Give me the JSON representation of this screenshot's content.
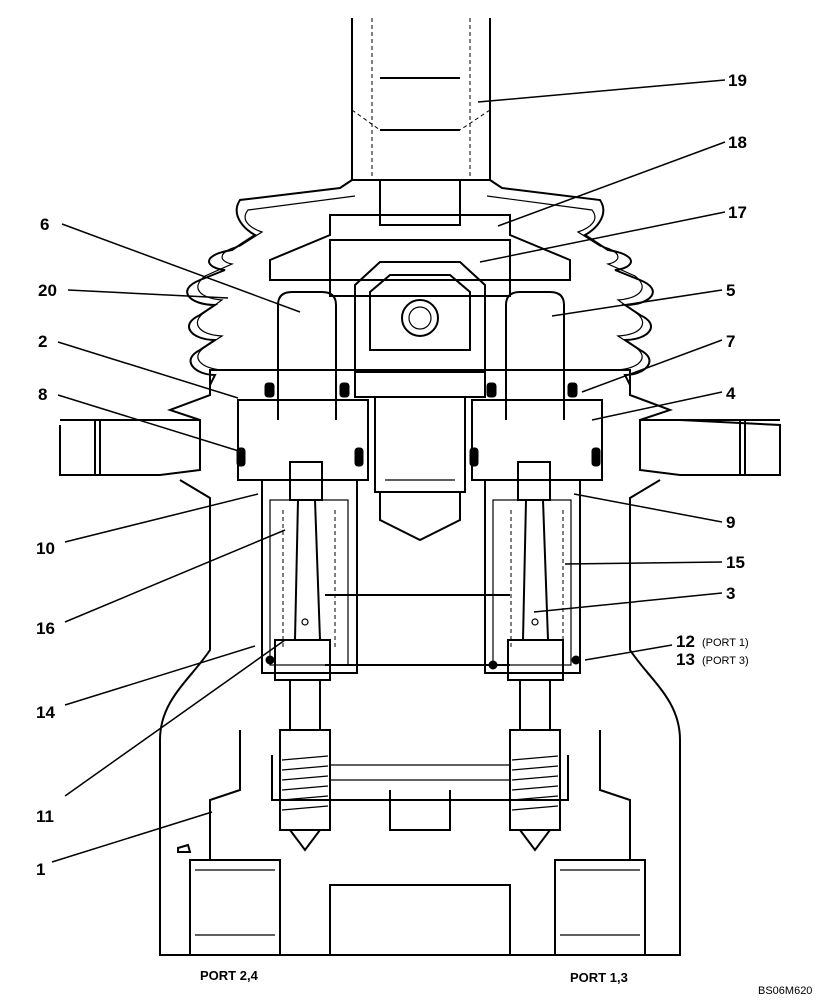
{
  "callouts": {
    "n19": "19",
    "n18": "18",
    "n17": "17",
    "n6": "6",
    "n5": "5",
    "n20": "20",
    "n2": "2",
    "n7": "7",
    "n8": "8",
    "n4": "4",
    "n10": "10",
    "n9": "9",
    "n16": "16",
    "n15": "15",
    "n3": "3",
    "n12": "12",
    "n13": "13",
    "n14": "14",
    "n11": "11",
    "n1": "1"
  },
  "annotations": {
    "port1": "(PORT 1)",
    "port3": "(PORT 3)"
  },
  "ports": {
    "left": "PORT 2,4",
    "right": "PORT 1,3"
  },
  "drawing_code": "BS06M620"
}
